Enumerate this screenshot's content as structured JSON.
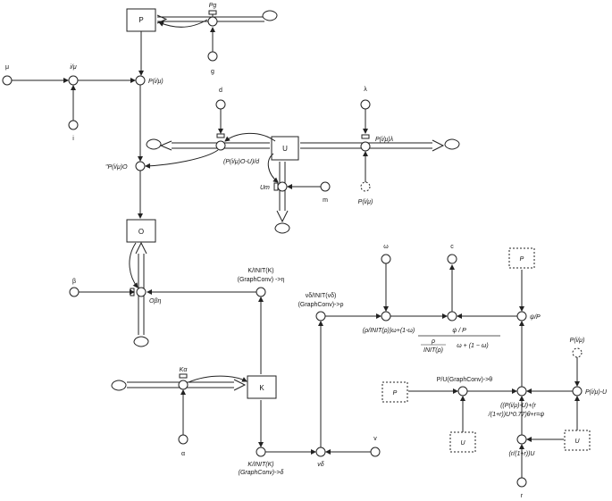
{
  "stocks": {
    "p": "P",
    "u": "U",
    "o": "O",
    "k": "K"
  },
  "flows": {
    "pg": "Pg",
    "p_i_mu_lambda": "P(i/μ)λ",
    "um": "Um",
    "o_beta_eta": "Oβη",
    "k_alpha": "Kα"
  },
  "constants": {
    "mu": "μ",
    "i": "i",
    "g": "g",
    "d": "d",
    "lambda": "λ",
    "m": "m",
    "beta": "β",
    "alpha": "α",
    "v": "v",
    "omega": "ω",
    "c": "c",
    "r": "r"
  },
  "auxiliaries": {
    "i_over_mu": "i/μ",
    "p_i_mu": "P(i/μ)",
    "p_i_mu_o_u_d": "(P(i/μ)O-U)/d",
    "p_i_mu_o": "\"P(i/μ)O",
    "p_i_mu_ghost": "P(i/μ)",
    "k_init_eta_1": "K/INIT(K)",
    "k_init_eta_2": "(GraphConv) ->η",
    "v_delta_init_1": "vδ/INIT(vδ)",
    "v_delta_init_2": "(GraphConv)->ρ",
    "k_init_delta_1": "K/INIT(K)",
    "k_init_delta_2": "(GraphConv)->δ",
    "v_delta": "vδ",
    "rho_omega": "(ρ/INIT(ρ))ω+(1-ω)",
    "psi_over_p": "ψ/P",
    "p_u_theta": "P/U(GraphConv)->θ",
    "psi_calc_1": "((P(i/μ)-U)+(r",
    "psi_calc_2": "/(1+r))U*0.77)θ+r=ψ",
    "p_i_mu_minus_u": "P(i/μ)-U",
    "r_u": "(r/(1+r))U",
    "p_i_mu_ghost2": "P(i/μ)"
  },
  "ghosts": {
    "p1": "P",
    "p2": "P",
    "u1": "U",
    "u2": "U"
  },
  "equation": {
    "numerator": "ψ / P",
    "den_frac_num": "ρ",
    "den_frac_den": "INIT(ρ)",
    "den_rest": "ω + (1 − ω)"
  }
}
